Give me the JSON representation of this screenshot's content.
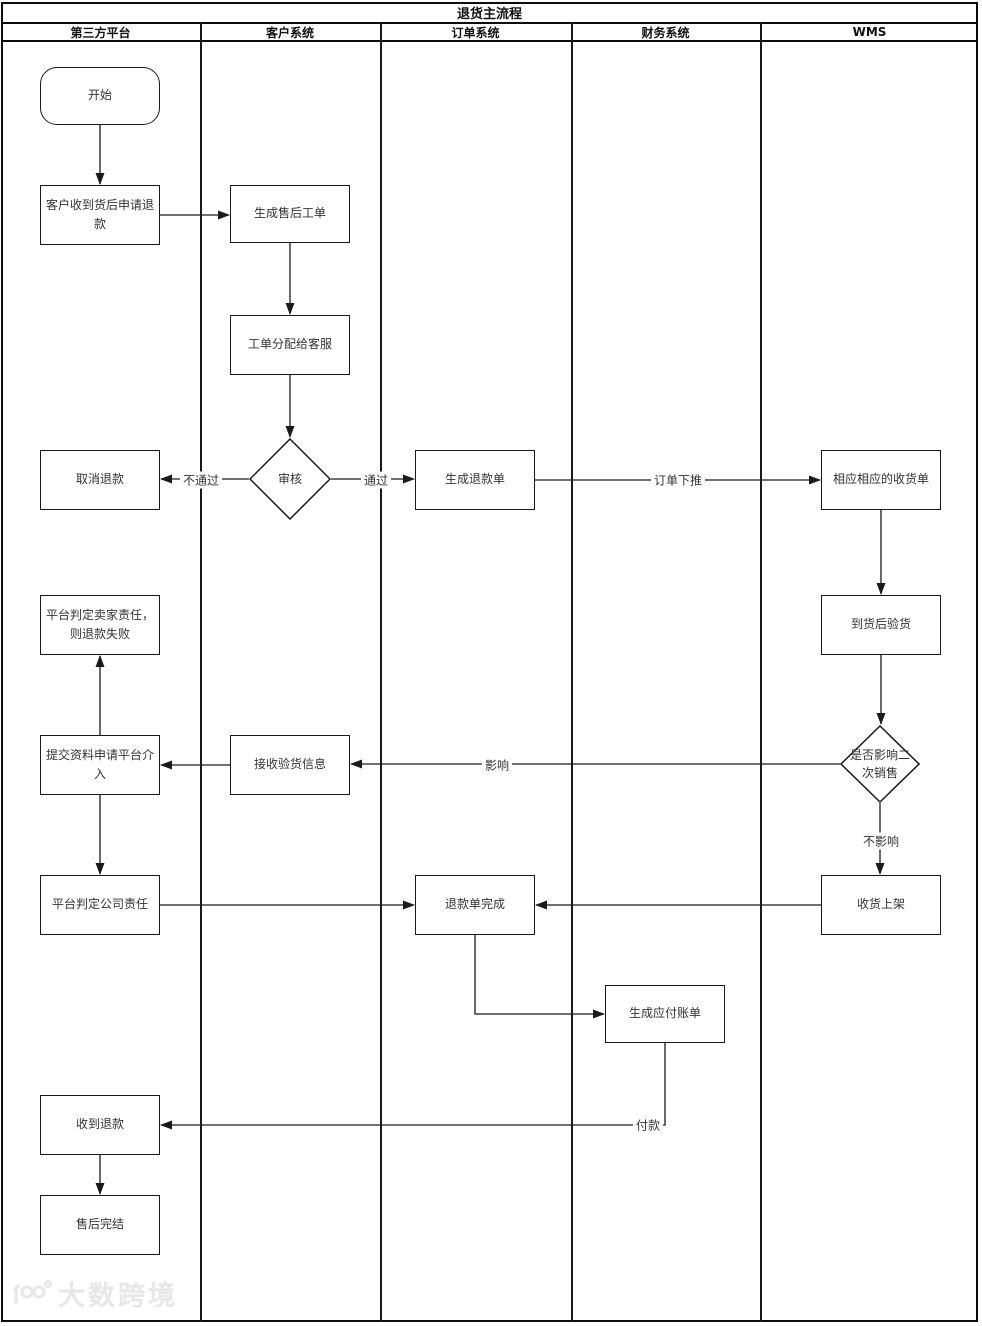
{
  "title": "退货主流程",
  "lanes": [
    {
      "label": "第三方平台"
    },
    {
      "label": "客户系统"
    },
    {
      "label": "订单系统"
    },
    {
      "label": "财务系统"
    },
    {
      "label": "WMS"
    }
  ],
  "nodes": {
    "start": {
      "label": "开始",
      "type": "start"
    },
    "apply_refund": {
      "label": "客户收到货后申请退款"
    },
    "create_ticket": {
      "label": "生成售后工单"
    },
    "assign_ticket": {
      "label": "工单分配给客服"
    },
    "review": {
      "label": "审核",
      "type": "decision"
    },
    "cancel_refund": {
      "label": "取消退款"
    },
    "create_refund_order": {
      "label": "生成退款单"
    },
    "receipt_order": {
      "label": "相应相应的收货单"
    },
    "inspect_goods": {
      "label": "到货后验货"
    },
    "affect_resale": {
      "label": "是否影响二次销售",
      "type": "decision"
    },
    "receive_inspection_info": {
      "label": "接收验货信息"
    },
    "submit_platform_request": {
      "label": "提交资料申请平台介入"
    },
    "seller_fault": {
      "label": "平台判定卖家责任，则退款失败"
    },
    "company_fault": {
      "label": "平台判定公司责任"
    },
    "refund_complete": {
      "label": "退款单完成"
    },
    "shelve_goods": {
      "label": "收货上架"
    },
    "create_payable": {
      "label": "生成应付账单"
    },
    "receive_refund": {
      "label": "收到退款"
    },
    "aftersales_done": {
      "label": "售后完结"
    }
  },
  "edge_labels": {
    "fail": "不通过",
    "pass": "通过",
    "order_push": "订单下推",
    "affect": "影响",
    "no_affect": "不影响",
    "pay": "付款"
  },
  "watermark": {
    "text": "大数跨境"
  },
  "colors": {
    "line": "#1a1a1a",
    "text": "#333333",
    "watermark": "#e7e7e7",
    "background": "#ffffff"
  }
}
